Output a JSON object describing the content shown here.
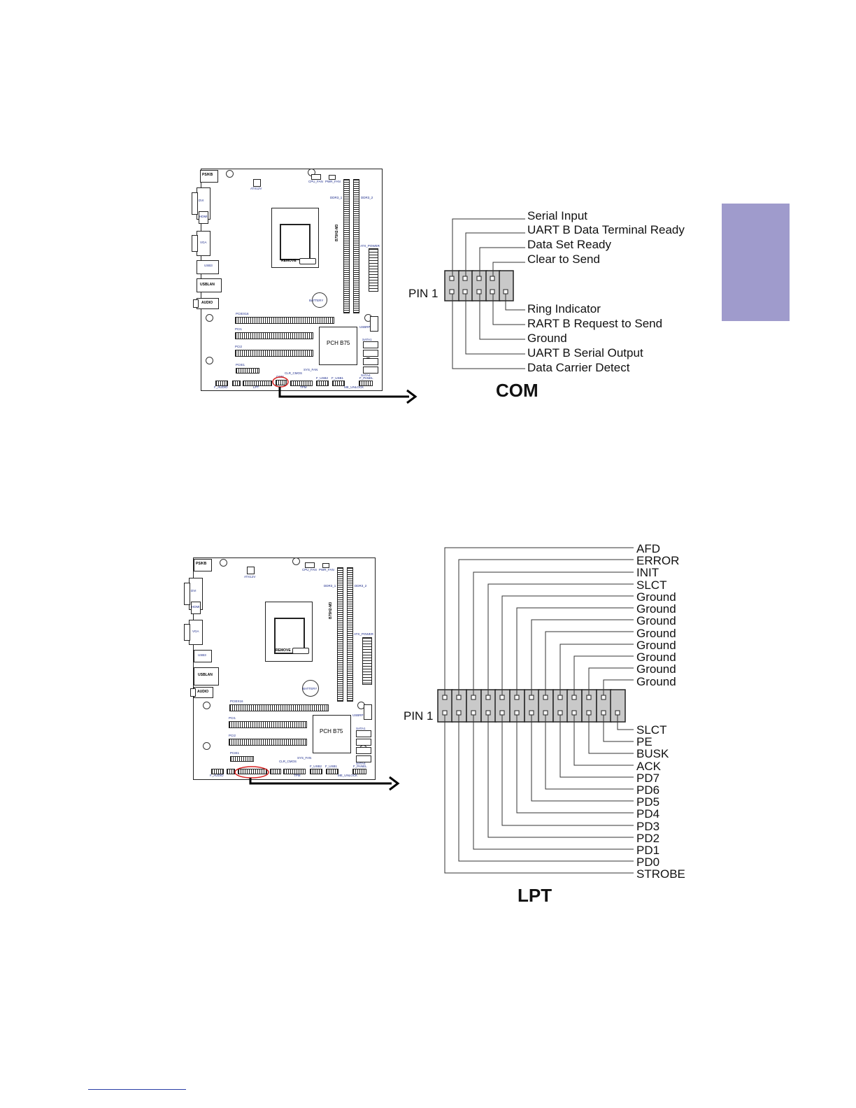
{
  "colors": {
    "side_tab": "#9f9bcc",
    "highlight": "#d42020",
    "footer_rule": "#2a3ea6"
  },
  "board": {
    "ps2kb": "PS/KB",
    "dvi": "DVI",
    "hdmi": "HDMI",
    "vga": "VGA",
    "usb": "USB3",
    "usblan": "USBLAN",
    "audio": "AUDIO",
    "atx12v": "ATX12V",
    "cpu_fan": "CPU_FAN",
    "pwr_fan": "PWR_FAN",
    "ddr3_1": "DDR3_1",
    "ddr3_2": "DDR3_2",
    "model": "B75H2-M3",
    "atx_power": "ATX_POWER",
    "remove": "REMOVE",
    "battery": "BATTERY",
    "pciex16": "PCIEX16",
    "pci1": "PCI1",
    "pci2": "PCI2",
    "pcie1": "PCIE1",
    "usbrp": "USBRP",
    "chipset": "PCH B75",
    "sata1": "SATA1",
    "sata2": "SATA2",
    "sata3": "SATA3",
    "sata4": "SATA4",
    "clr_cmos": "CLR_CMOS",
    "sys_fan": "SYS_FAN",
    "f_audio": "F_AUDIO",
    "spdif": "SPDIFO",
    "lpt": "LPT",
    "com": "COM",
    "tpm": "TPM",
    "f_usb2": "F_USB2",
    "f_usb1": "F_USB1",
    "f_panel": "F_PANEL",
    "me_unlock": "ME_UNLOCK",
    "spk": "SPK"
  },
  "com": {
    "title": "COM",
    "pin1_label": "PIN 1",
    "top_labels": [
      "Serial Input",
      "UART B Data Terminal Ready",
      "Data Set Ready",
      "Clear to Send"
    ],
    "bottom_labels": [
      "Ring Indicator",
      "RART B Request to Send",
      "Ground",
      "UART B Serial Output",
      "Data Carrier Detect"
    ]
  },
  "lpt": {
    "title": "LPT",
    "pin1_label": "PIN 1",
    "top_labels": [
      "AFD",
      "ERROR",
      "INIT",
      "SLCT",
      "Ground",
      "Ground",
      "Ground",
      "Ground",
      "Ground",
      "Ground",
      "Ground",
      "Ground"
    ],
    "bottom_labels": [
      "SLCT",
      "PE",
      "BUSK",
      "ACK",
      "PD7",
      "PD6",
      "PD5",
      "PD4",
      "PD3",
      "PD2",
      "PD1",
      "PD0",
      "STROBE"
    ]
  }
}
